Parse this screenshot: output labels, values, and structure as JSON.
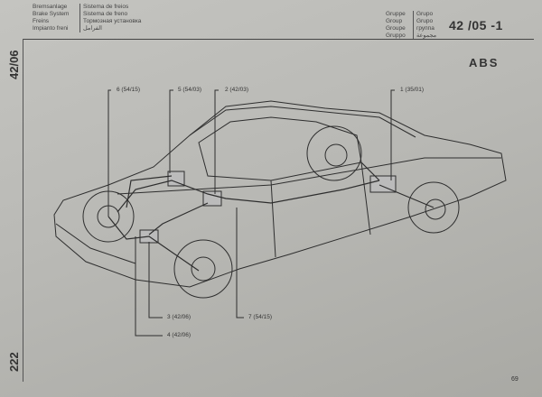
{
  "header_left": [
    {
      "de": "Bremsanlage",
      "pt": "Sistema de freios"
    },
    {
      "de": "Brake System",
      "pt": "Sistema de freno"
    },
    {
      "de": "Freins",
      "pt": "Тормозная установка"
    },
    {
      "de": "Impianto freni",
      "pt": "الفرامل"
    }
  ],
  "header_right": [
    {
      "a": "Gruppe",
      "b": "Grupo"
    },
    {
      "a": "Group",
      "b": "Grupo"
    },
    {
      "a": "Groupe",
      "b": "группа"
    },
    {
      "a": "Gruppo",
      "b": "مجموعة"
    }
  ],
  "group_number": "42 /05 -1",
  "side_top": "42/06",
  "side_bottom": "222",
  "title": "ABS",
  "callouts": {
    "c6": "6  (54/15)",
    "c5": "5  (54/03)",
    "c2": "2  (42/03)",
    "c1": "1  (35/01)",
    "c3": "3  (42/06)",
    "c4": "4  (42/06)",
    "c7": "7  (54/15)"
  },
  "page_number": "69"
}
